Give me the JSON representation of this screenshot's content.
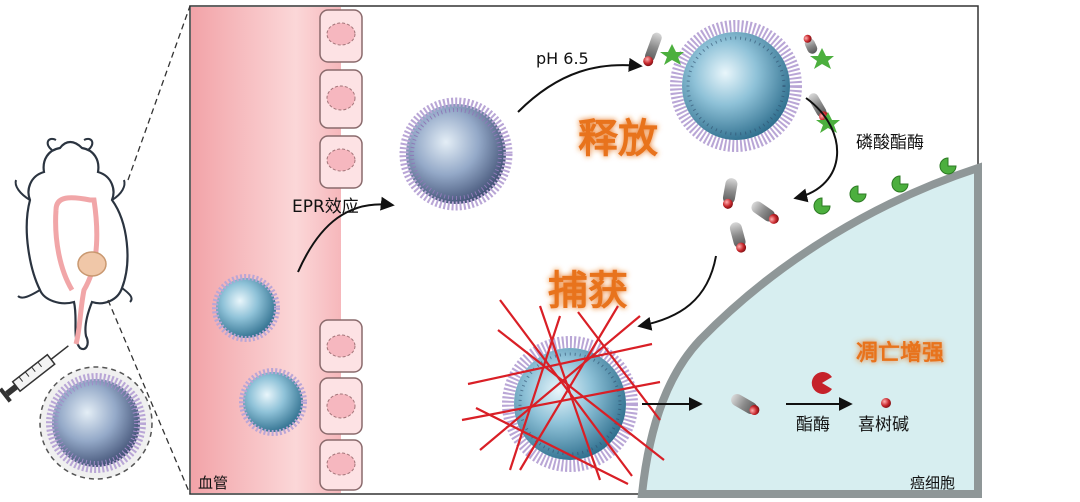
{
  "labels": {
    "vessel": "血管",
    "epr": "EPR效应",
    "ph": "pH 6.5",
    "release": "释放",
    "phosphatase": "磷酸酯酶",
    "capture": "捕获",
    "apoptosis": "凋亡增强",
    "esterase": "酯酶",
    "camptothecin": "喜树碱",
    "cancer_cell": "癌细胞"
  },
  "colors": {
    "accent_orange": "#e8731c",
    "vessel_pink": "#f4a9ad",
    "cell_teal": "#d7eef0",
    "fiber_red": "#d91f26",
    "enzyme_green": "#4caf3e",
    "particle_blue": "#7fb3cc"
  },
  "icons": [
    "mouse-icon",
    "syringe-icon",
    "nanoparticle-icon",
    "enzyme-icon",
    "prodrug-rod-icon",
    "esterase-icon"
  ]
}
